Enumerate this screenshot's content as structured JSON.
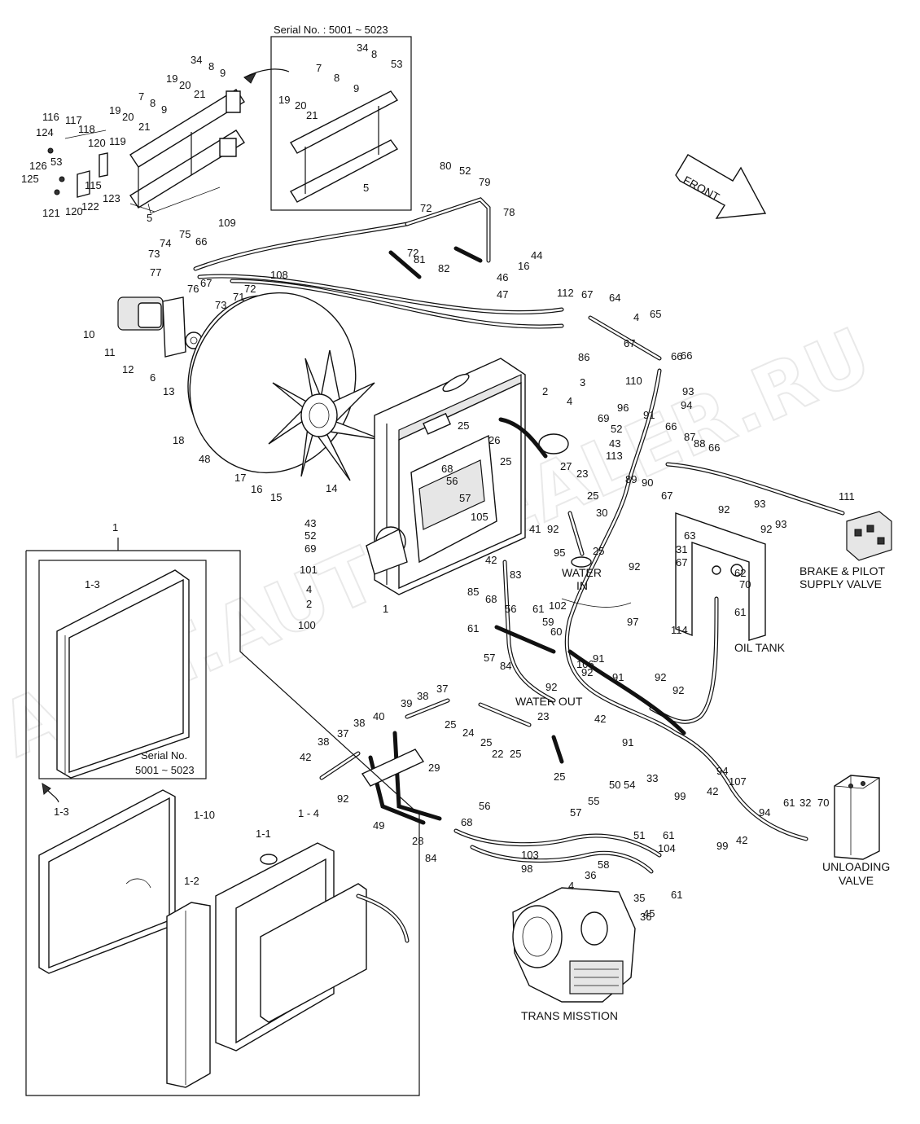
{
  "labels": {
    "serial_top": "Serial No. : 5001 ~ 5023",
    "serial_inset": "Serial No.",
    "serial_inset_range": "5001 ~ 5023",
    "front": "FRONT",
    "brake_pilot_1": "BRAKE & PILOT",
    "brake_pilot_2": "SUPPLY VALVE",
    "oil_tank": "OIL TANK",
    "water_in_1": "WATER",
    "water_in_2": "IN",
    "water_out": "WATER OUT",
    "unloading_1": "UNLOADING",
    "unloading_2": "VALVE",
    "trans": "TRANS MISSTION"
  },
  "watermark": {
    "main": "ACAT.AUTODEALER.RU",
    "dot": "•"
  },
  "callouts": [
    "34",
    "8",
    "9",
    "19",
    "20",
    "21",
    "7",
    "8",
    "9",
    "19",
    "20",
    "21",
    "116",
    "117",
    "118",
    "124",
    "120",
    "119",
    "126",
    "53",
    "125",
    "115",
    "123",
    "121",
    "120",
    "122",
    "5",
    "7",
    "8",
    "9",
    "34",
    "8",
    "53",
    "19",
    "20",
    "21",
    "5",
    "80",
    "52",
    "79",
    "72",
    "78",
    "72",
    "81",
    "82",
    "16",
    "44",
    "46",
    "47",
    "109",
    "74",
    "75",
    "66",
    "73",
    "77",
    "76",
    "67",
    "108",
    "73",
    "71",
    "72",
    "10",
    "11",
    "12",
    "6",
    "13",
    "18",
    "48",
    "17",
    "16",
    "15",
    "14",
    "112",
    "67",
    "64",
    "66",
    "4",
    "65",
    "67",
    "66",
    "110",
    "86",
    "2",
    "4",
    "3",
    "69",
    "52",
    "43",
    "113",
    "96",
    "93",
    "94",
    "91",
    "66",
    "87",
    "88",
    "66",
    "89",
    "90",
    "67",
    "25",
    "26",
    "25",
    "68",
    "56",
    "57",
    "27",
    "23",
    "25",
    "105",
    "30",
    "25",
    "111",
    "92",
    "93",
    "92",
    "93",
    "63",
    "31",
    "67",
    "62",
    "70",
    "61",
    "114",
    "97",
    "92",
    "43",
    "52",
    "69",
    "101",
    "4",
    "2",
    "100",
    "1",
    "41",
    "92",
    "42",
    "83",
    "95",
    "102",
    "85",
    "68",
    "56",
    "61",
    "59",
    "60",
    "61",
    "57",
    "84",
    "106",
    "91",
    "92",
    "92",
    "91",
    "92",
    "92",
    "42",
    "91",
    "42",
    "38",
    "37",
    "38",
    "40",
    "39",
    "38",
    "37",
    "25",
    "24",
    "25",
    "22",
    "25",
    "23",
    "25",
    "29",
    "92",
    "49",
    "28",
    "68",
    "56",
    "84",
    "57",
    "55",
    "50",
    "54",
    "33",
    "51",
    "61",
    "104",
    "103",
    "98",
    "4",
    "58",
    "36",
    "35",
    "45",
    "61",
    "36",
    "94",
    "107",
    "99",
    "42",
    "94",
    "99",
    "42",
    "61",
    "32",
    "70",
    "1",
    "1-3",
    "1-3",
    "1-2",
    "1-10",
    "1-1",
    "1 - 4"
  ]
}
